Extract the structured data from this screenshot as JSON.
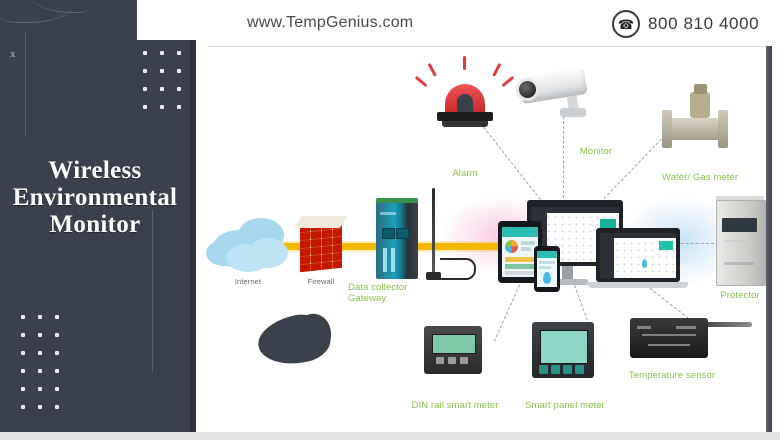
{
  "sidebar": {
    "x_mark": "x",
    "title_line1": "Wireless",
    "title_line2": "Environmental",
    "title_line3": "Monitor",
    "background_color": "#3b414c"
  },
  "header": {
    "site_url": "www.TempGenius.com",
    "phone_icon": "phone-icon",
    "phone_number": "800 810 4000"
  },
  "diagram": {
    "accent_green": "#86c44e",
    "backbone_color": "#f5b800",
    "nodes": [
      {
        "id": "internet",
        "label": "Internet",
        "label_style": "dark"
      },
      {
        "id": "firewall",
        "label": "Firewall",
        "label_style": "dark"
      },
      {
        "id": "gateway",
        "label": "Data collector\nGateway",
        "label_style": "green"
      },
      {
        "id": "alarm",
        "label": "Alarm",
        "label_style": "green"
      },
      {
        "id": "monitor",
        "label": "Monitor",
        "label_style": "green"
      },
      {
        "id": "water_gas",
        "label": "Water/ Gas meter",
        "label_style": "green"
      },
      {
        "id": "protector",
        "label": "Protector",
        "label_style": "green"
      },
      {
        "id": "temp_sensor",
        "label": "Temperature sensor",
        "label_style": "green"
      },
      {
        "id": "panel_meter",
        "label": "Smart panel meter",
        "label_style": "green"
      },
      {
        "id": "din_meter",
        "label": "DIN rail smart meter",
        "label_style": "green"
      }
    ],
    "labels": {
      "internet": "Internet",
      "firewall": "Firewall",
      "gateway_l1": "Data collector",
      "gateway_l2": "Gateway",
      "alarm": "Alarm",
      "monitor": "Monitor",
      "water_gas_meter": "Water/ Gas meter",
      "protector": "Protector",
      "temperature_sensor": "Temperature sensor",
      "smart_panel_meter": "Smart panel meter",
      "din_rail_smart_meter": "DIN rail smart meter"
    }
  }
}
